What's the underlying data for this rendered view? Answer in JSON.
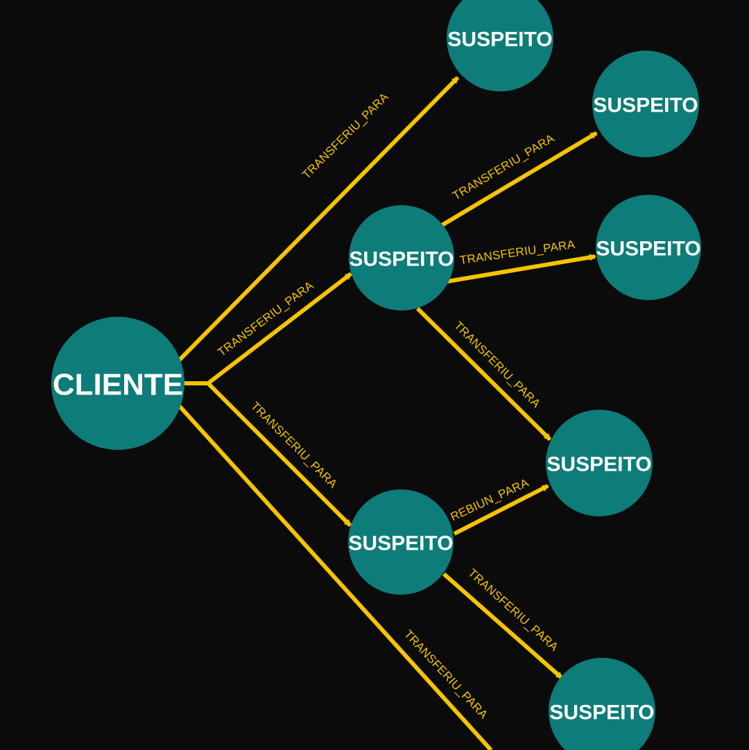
{
  "colors": {
    "background": "#0b0b0c",
    "node_fill": "#0e7c78",
    "edge": "#f5c400",
    "node_text": "#ffffff",
    "edge_text": "#f5c400"
  },
  "nodes": [
    {
      "id": "cliente",
      "label": "CLIENTE",
      "role": "root"
    },
    {
      "id": "s1",
      "label": "SUSPEITO"
    },
    {
      "id": "s2",
      "label": "SUSPEITO"
    },
    {
      "id": "s3",
      "label": "SUSPEITO"
    },
    {
      "id": "s4",
      "label": "SUSPEITO"
    },
    {
      "id": "s5",
      "label": "SUSPEITO"
    },
    {
      "id": "s6",
      "label": "SUSPEITO"
    },
    {
      "id": "s7",
      "label": "SUSPEITO"
    },
    {
      "id": "s8",
      "label": "SUSPEITO"
    }
  ],
  "edges": [
    {
      "from": "cliente",
      "to": "s1",
      "label": "TRANSFERIU_PARA"
    },
    {
      "from": "cliente",
      "to": "s4",
      "label": "TRANSFERIU_PARA"
    },
    {
      "from": "cliente",
      "to": "s6",
      "label": "TRANSFERIU_PARA"
    },
    {
      "from": "cliente",
      "to": "offscreen",
      "label": "TRANSFERIU_PARA"
    },
    {
      "from": "s4",
      "to": "s2",
      "label": "TRANSFERIU_PARA"
    },
    {
      "from": "s4",
      "to": "s3",
      "label": "TRANSFERIU_PARA"
    },
    {
      "from": "s4",
      "to": "s5",
      "label": "TRANSFERIU_PARA"
    },
    {
      "from": "s6",
      "to": "s5",
      "label": "REBIUN_PARA"
    },
    {
      "from": "s6",
      "to": "s8",
      "label": "TRANSFERIU_PARA"
    }
  ]
}
